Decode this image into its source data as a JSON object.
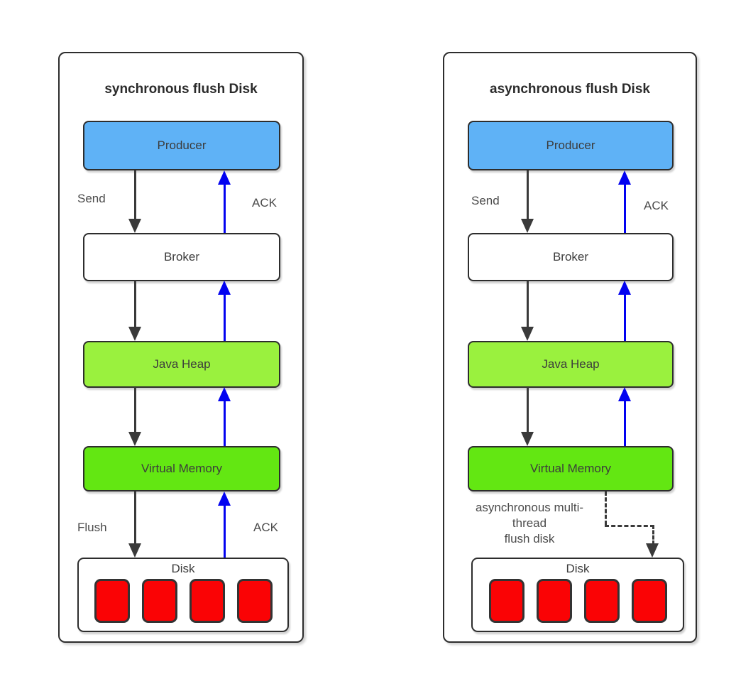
{
  "colors": {
    "producer_fill": "#5FB2F6",
    "broker_fill": "#FFFFFF",
    "java_heap_fill": "#9AF13E",
    "virtual_memory_fill": "#63E712",
    "disk_block_fill": "#FA0305",
    "black_arrow": "#3A3A3A",
    "blue_arrow": "#0202F0",
    "border": "#2D2D2D",
    "text": "#3C3C3C",
    "label_text": "#4B4B4B",
    "title_text": "#2B2B2B"
  },
  "panels": [
    {
      "title": "synchronous flush Disk",
      "nodes": {
        "producer": "Producer",
        "broker": "Broker",
        "java_heap": "Java Heap",
        "virtual_memory": "Virtual Memory",
        "disk": "Disk"
      },
      "edges": {
        "send": "Send",
        "ack_producer": "ACK",
        "flush": "Flush",
        "ack_disk": "ACK"
      },
      "disk_block_count": 4
    },
    {
      "title": "asynchronous flush Disk",
      "nodes": {
        "producer": "Producer",
        "broker": "Broker",
        "java_heap": "Java Heap",
        "virtual_memory": "Virtual Memory",
        "disk": "Disk"
      },
      "edges": {
        "send": "Send",
        "ack_producer": "ACK",
        "async_note": "asynchronous multi-\nthread\nflush disk"
      },
      "disk_block_count": 4
    }
  ]
}
